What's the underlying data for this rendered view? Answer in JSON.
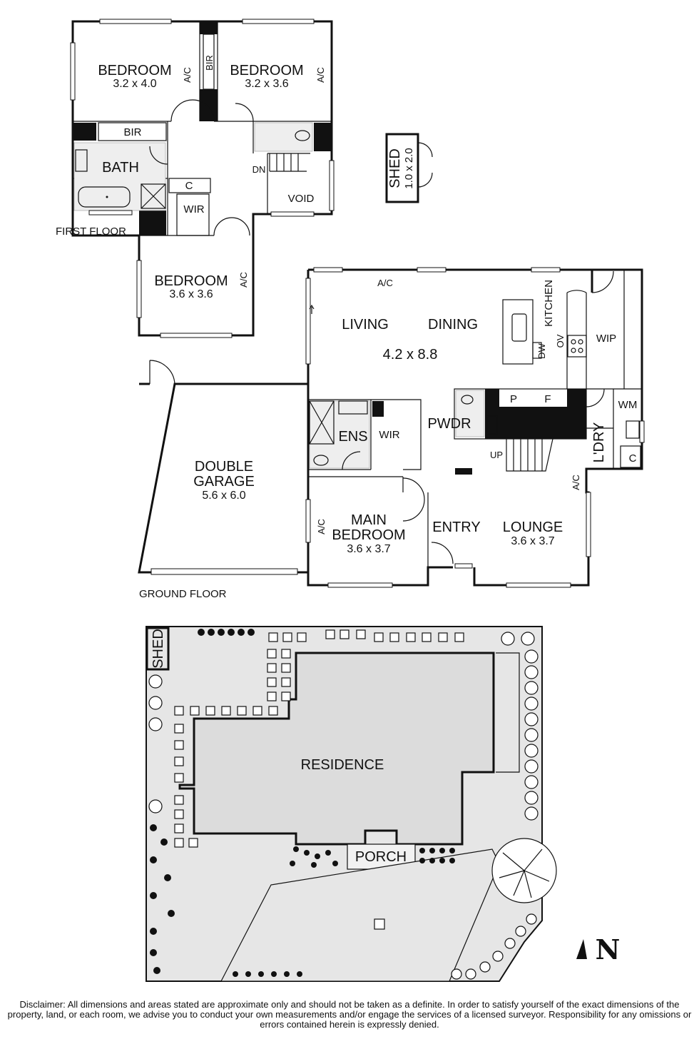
{
  "first_floor": {
    "label": "FIRST FLOOR",
    "rooms": {
      "bedroom_a": {
        "name": "BEDROOM",
        "size": "3.2 x 4.0"
      },
      "bedroom_b": {
        "name": "BEDROOM",
        "size": "3.2 x 3.6"
      },
      "bedroom_c": {
        "name": "BEDROOM",
        "size": "3.6 x 3.6"
      },
      "bir_vertical": "BIR",
      "bir_horizontal": "BIR",
      "bath": "BATH",
      "c": "C",
      "wir": "WIR",
      "void": "VOID",
      "dn": "DN",
      "ac_1": "A/C",
      "ac_2": "A/C",
      "ac_3": "A/C"
    }
  },
  "shed": {
    "name": "SHED",
    "size": "1.0 x 2.0"
  },
  "ground_floor": {
    "label": "GROUND FLOOR",
    "rooms": {
      "living": "LIVING",
      "dining": "DINING",
      "living_dining_size": "4.2 x 8.8",
      "kitchen": "KITCHEN",
      "ov": "OV",
      "dw": "DW",
      "wip": "WIP",
      "p": "P",
      "f": "F",
      "wm": "WM",
      "ldry": "L'DRY",
      "c": "C",
      "pwdr": "PWDR",
      "ens": "ENS",
      "wir": "WIR",
      "up": "UP",
      "garage_line1": "DOUBLE",
      "garage_line2": "GARAGE",
      "garage_size": "5.6 x 6.0",
      "main_bedroom_line1": "MAIN",
      "main_bedroom_line2": "BEDROOM",
      "main_bedroom_size": "3.6 x 3.7",
      "entry": "ENTRY",
      "lounge": "LOUNGE",
      "lounge_size": "3.6 x 3.7",
      "ac_top": "A/C",
      "ac_main": "A/C",
      "ac_lounge": "A/C"
    }
  },
  "site_plan": {
    "shed": "SHED",
    "residence": "RESIDENCE",
    "porch": "PORCH",
    "north": "N"
  },
  "disclaimer": "Disclaimer: All dimensions and areas stated are approximate only and should not be taken as a definite. In order to satisfy yourself of the exact dimensions of the property, land, or each room, we advise you to conduct your own measurements and/or engage the services of a licensed surveyor. Responsibility for any omissions or errors contained herein is expressly denied."
}
